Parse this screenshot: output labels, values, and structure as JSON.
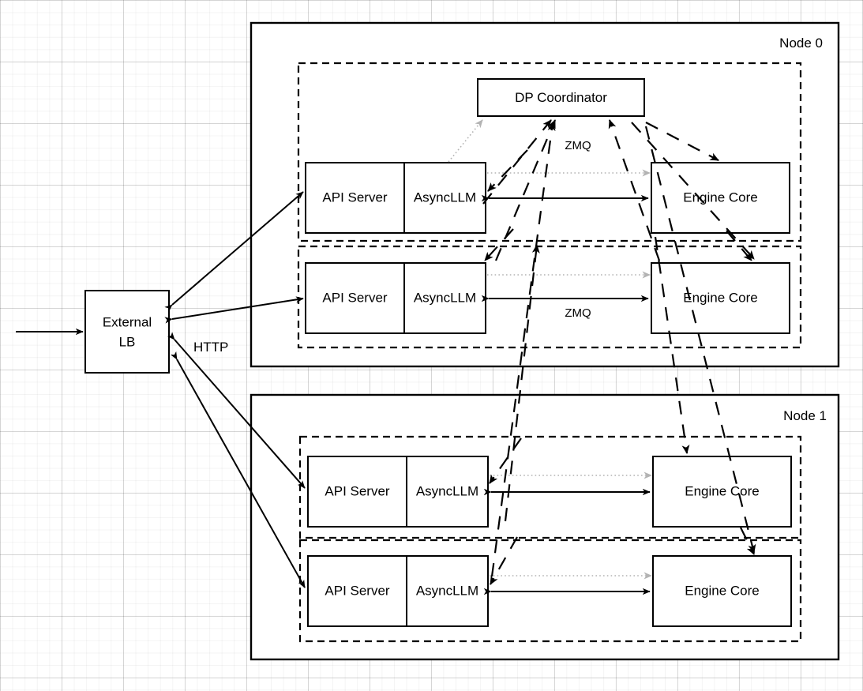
{
  "diagram": {
    "title": "vLLM data-parallel deployment topology",
    "colors": {
      "stroke": "#000000",
      "background": "#ffffff",
      "grid_minor": "rgba(0,0,0,0.045)",
      "grid_major": "rgba(0,0,0,0.13)",
      "dotted_arrow": "#b3b3b3"
    }
  },
  "external": {
    "lb_label_line1": "External",
    "lb_label_line2": "LB",
    "http_label": "HTTP"
  },
  "nodes": [
    {
      "id": "node0",
      "label": "Node 0",
      "coordinator": {
        "label": "DP Coordinator"
      },
      "zmq_label": "ZMQ",
      "rows": [
        {
          "api_server": "API Server",
          "async_llm": "AsyncLLM",
          "engine_core": "Engine Core",
          "zmq_label": ""
        },
        {
          "api_server": "API Server",
          "async_llm": "AsyncLLM",
          "engine_core": "Engine Core",
          "zmq_label": "ZMQ"
        }
      ]
    },
    {
      "id": "node1",
      "label": "Node 1",
      "rows": [
        {
          "api_server": "API Server",
          "async_llm": "AsyncLLM",
          "engine_core": "Engine Core",
          "zmq_label": ""
        },
        {
          "api_server": "API Server",
          "async_llm": "AsyncLLM",
          "engine_core": "Engine Core",
          "zmq_label": ""
        }
      ]
    }
  ]
}
